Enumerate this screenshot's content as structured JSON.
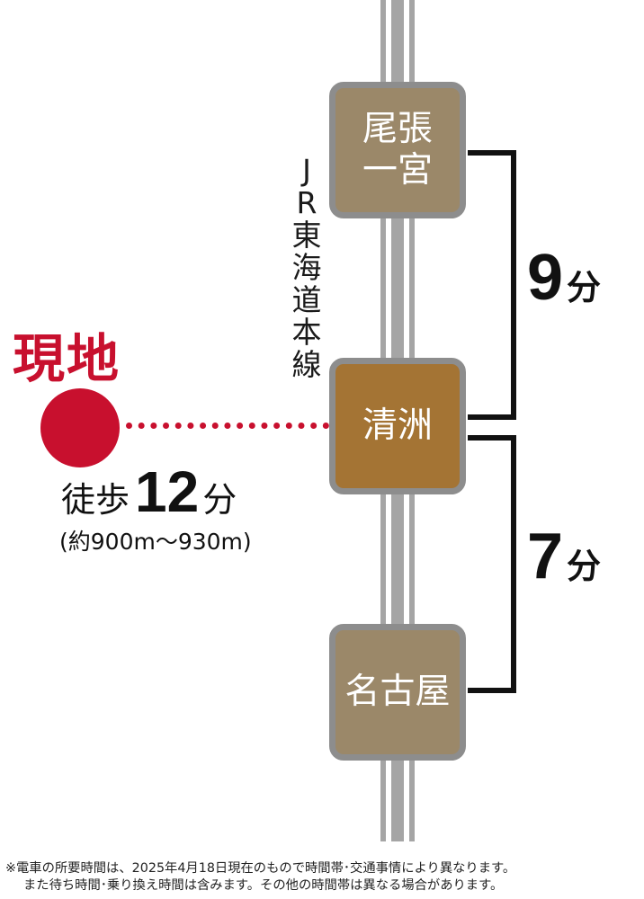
{
  "line": {
    "name_chars": [
      "J",
      "R",
      "東",
      "海",
      "道",
      "本",
      "線"
    ]
  },
  "stations": {
    "owari_ichinomiya": "尾張\n一宮",
    "kiyosu": "清洲",
    "nagoya": "名古屋"
  },
  "times": {
    "to_owari_ichinomiya": {
      "num": "9",
      "unit": "分"
    },
    "to_nagoya": {
      "num": "7",
      "unit": "分"
    }
  },
  "site": {
    "label": "現地",
    "walk_word": "徒歩",
    "walk_num": "12",
    "walk_unit": "分",
    "distance": "(約900m〜930m)"
  },
  "colors": {
    "site_red": "#c8102e",
    "station_brown": "#9b8869",
    "station_current": "#a47434",
    "rail_gray": "#a5a5a5"
  },
  "note": {
    "line1": "※電車の所要時間は、2025年4月18日現在のもので時間帯･交通事情により異なります。",
    "line2": "また待ち時間･乗り換え時間は含みます。その他の時間帯は異なる場合があります。"
  }
}
